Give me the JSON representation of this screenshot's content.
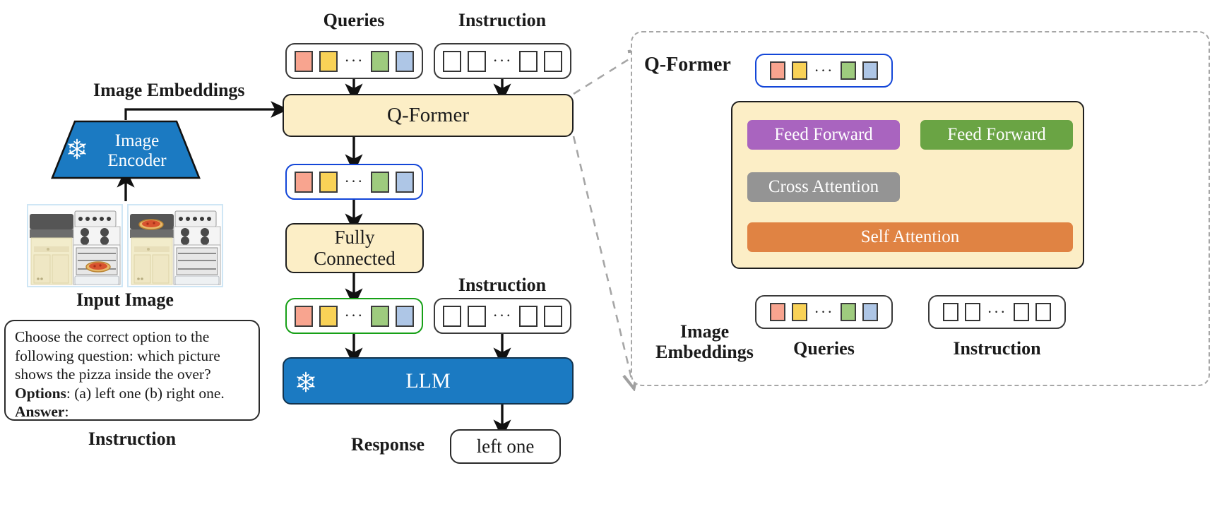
{
  "diagram": {
    "title": "InstructBLIP-style vision-language architecture",
    "left": {
      "image_embeddings_label": "Image Embeddings",
      "encoder_label_line1": "Image",
      "encoder_label_line2": "Encoder",
      "encoder_frozen_icon": "snowflake-icon",
      "input_image_label": "Input Image",
      "instruction_label": "Instruction",
      "instruction_text_lines": [
        "Choose the correct option to the",
        "following question: which picture",
        "shows the pizza inside the over?"
      ],
      "instruction_options_label": "Options",
      "instruction_options_text": ": (a) left one (b) right one.",
      "instruction_answer_label": "Answer",
      "instruction_answer_text": ":",
      "images": [
        {
          "name": "oven-with-pizza-inside",
          "caption": ""
        },
        {
          "name": "oven-with-pizza-on-counter",
          "caption": ""
        }
      ]
    },
    "center": {
      "queries_label": "Queries",
      "instruction_top_label": "Instruction",
      "qformer_label": "Q-Former",
      "fully_connected_label": "Fully\nConnected",
      "fully_connected_line1": "Fully",
      "fully_connected_line2": "Connected",
      "instruction_mid_label": "Instruction",
      "llm_label": "LLM",
      "llm_frozen_icon": "snowflake-icon",
      "response_label": "Response",
      "response_value": "left one"
    },
    "detail": {
      "panel_title": "Q-Former",
      "blocks": [
        {
          "label": "Feed Forward",
          "color": "#a964bf"
        },
        {
          "label": "Cross Attention",
          "color": "#949494"
        },
        {
          "label": "Self Attention",
          "color": "#e08343"
        },
        {
          "label": "Feed Forward",
          "color": "#6aa444"
        }
      ],
      "feed_forward_left_label": "Feed Forward",
      "feed_forward_right_label": "Feed Forward",
      "cross_attention_label": "Cross Attention",
      "self_attention_label": "Self Attention",
      "image_embeddings_line1": "Image",
      "image_embeddings_line2": "Embeddings",
      "queries_label": "Queries",
      "instruction_label": "Instruction"
    },
    "tokens": {
      "query_colors": [
        "#f8a48f",
        "#f9d257",
        "#9ecb7e",
        "#aec6e6"
      ],
      "ellipsis": "···",
      "instruction_token_count": 4
    },
    "colors": {
      "cream": "#fceec6",
      "llm_blue": "#1b7ac2",
      "encoder_blue": "#1b7ac2",
      "accent_blue_border": "#1346d8",
      "accent_green_border": "#17a017",
      "purple": "#a964bf",
      "gray": "#949494",
      "orange": "#e08343",
      "green": "#6aa444",
      "dashed_gray": "#a6a6a6"
    }
  }
}
